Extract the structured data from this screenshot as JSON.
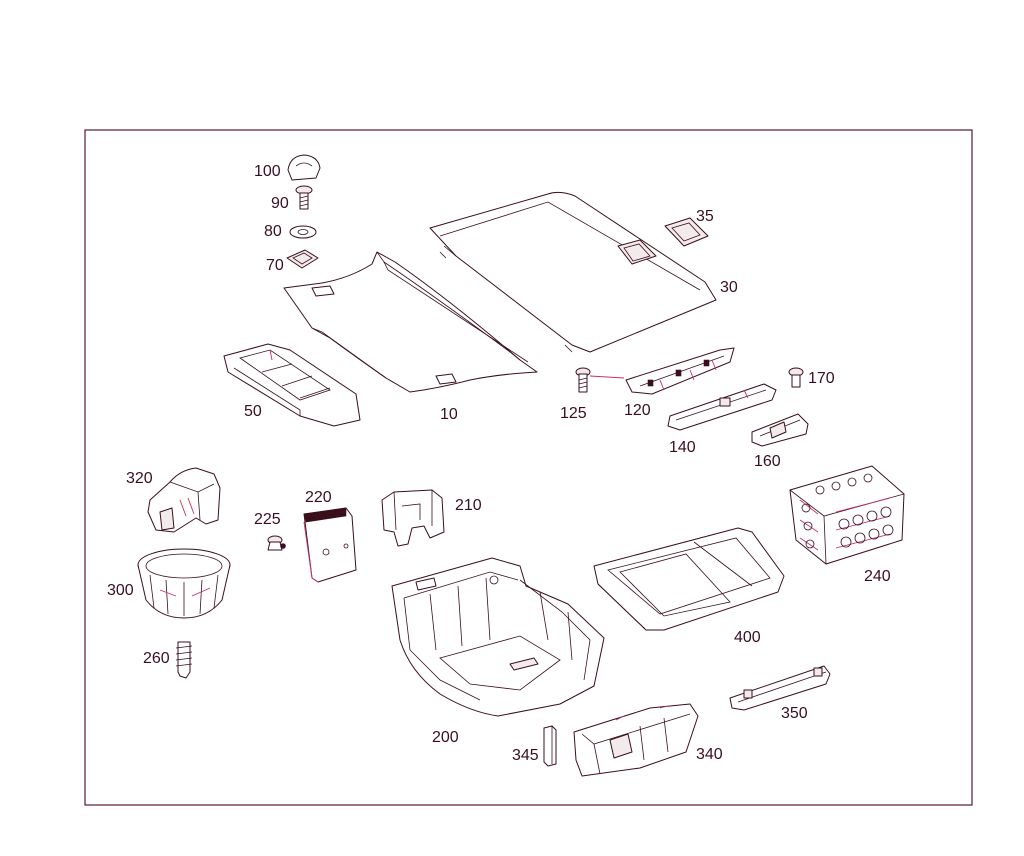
{
  "diagram": {
    "labels": {
      "l100": "100",
      "l90": "90",
      "l80": "80",
      "l70": "70",
      "l35": "35",
      "l30": "30",
      "l50": "50",
      "l10": "10",
      "l125": "125",
      "l120": "120",
      "l170": "170",
      "l140": "140",
      "l160": "160",
      "l320": "320",
      "l220": "220",
      "l210": "210",
      "l225": "225",
      "l300": "300",
      "l240": "240",
      "l400": "400",
      "l260": "260",
      "l350": "350",
      "l200": "200",
      "l345": "345",
      "l340": "340"
    },
    "colors": {
      "line": "#3a0f1c",
      "accent": "#c8325a",
      "frame": "#5a1a2a"
    }
  }
}
